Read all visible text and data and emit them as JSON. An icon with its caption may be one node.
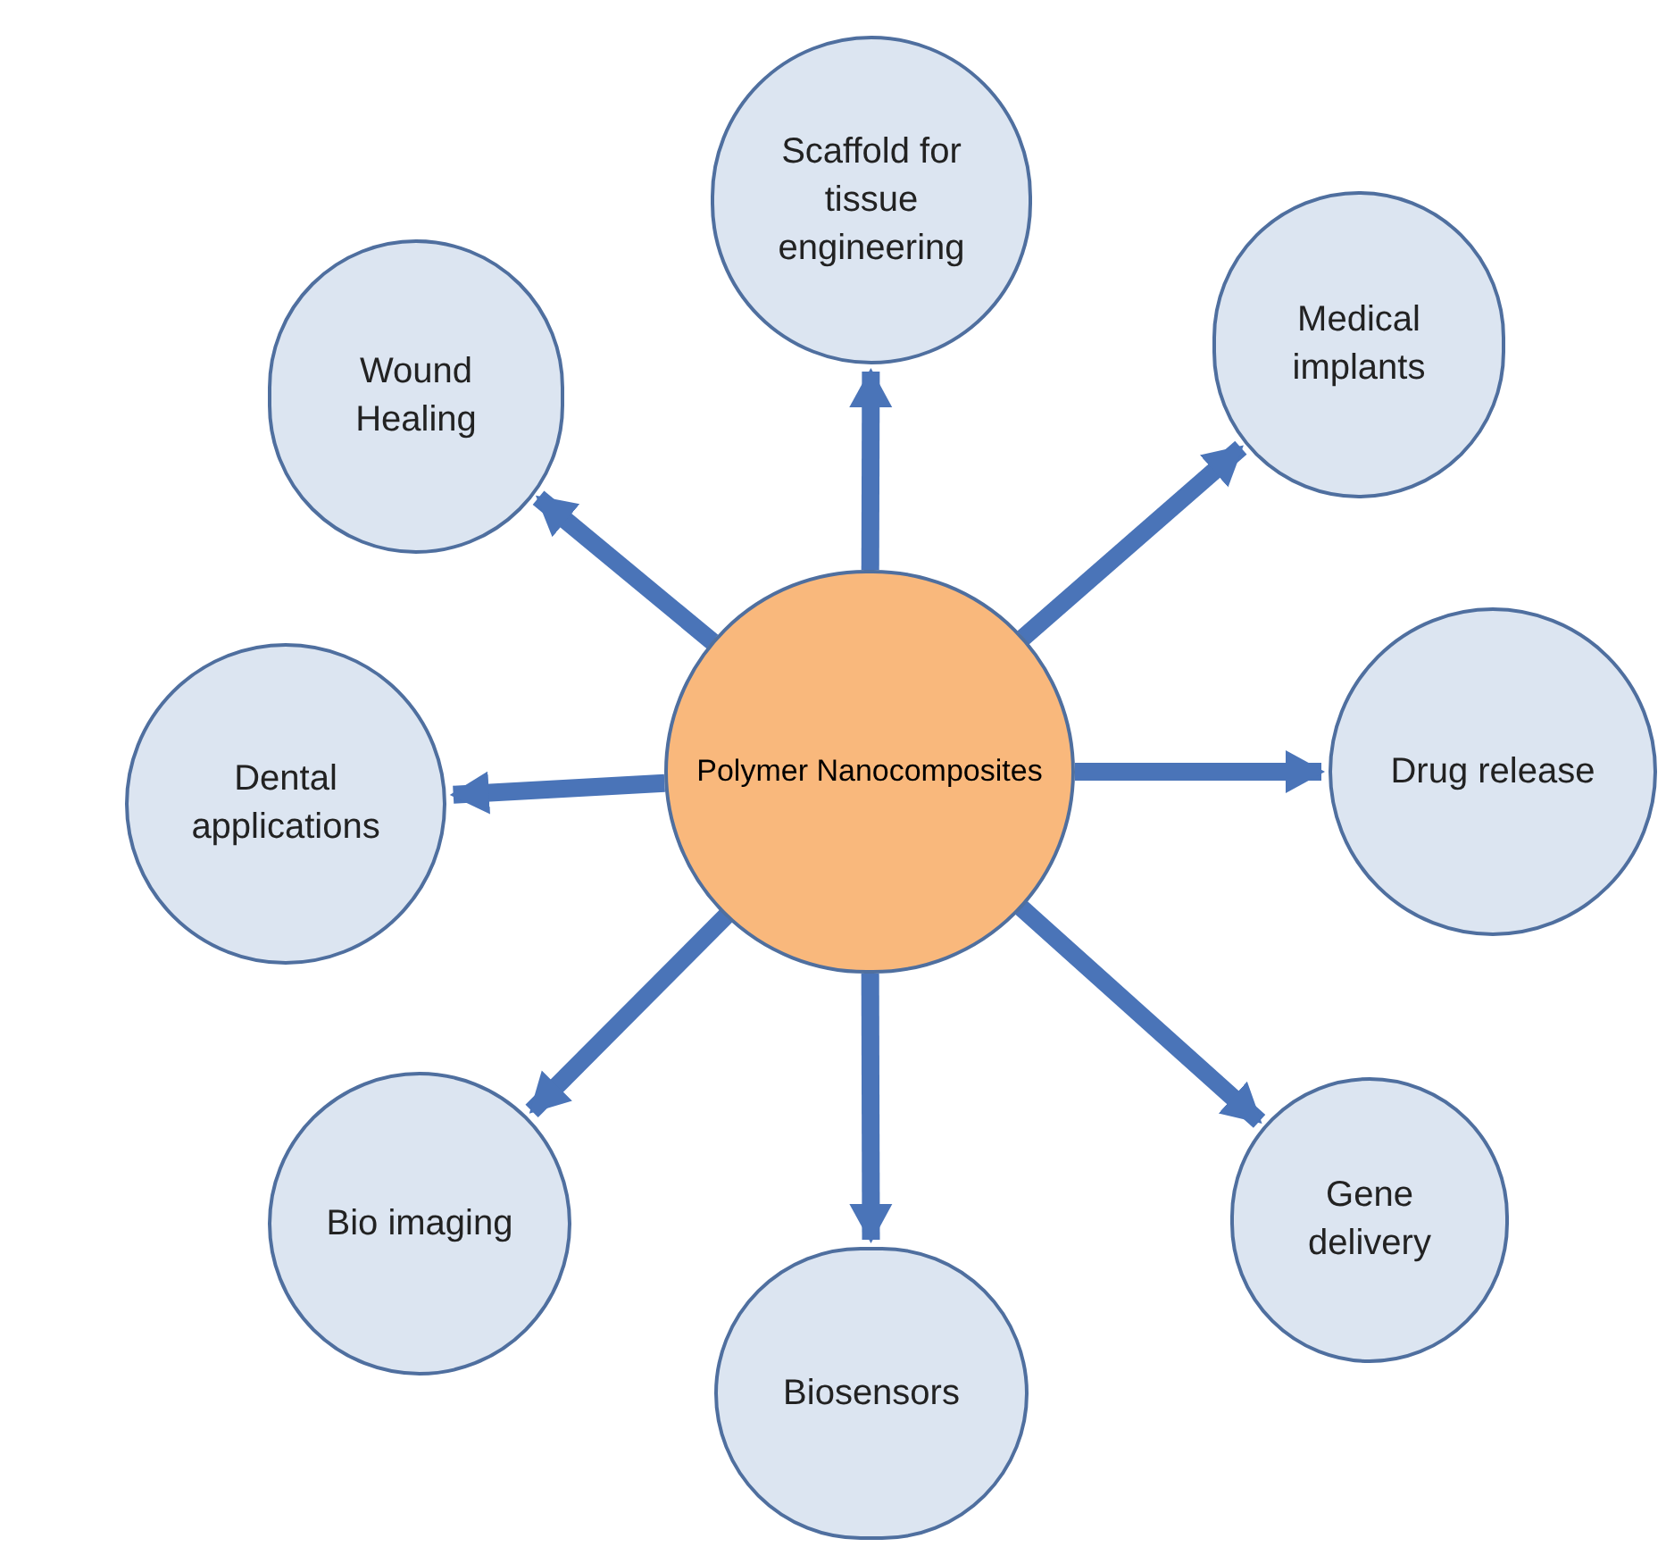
{
  "diagram": {
    "nodes": [
      {
        "text": [
          "Scaffold for tissue engineering"
        ]
      },
      {
        "text": [
          "Wound Healing"
        ]
      },
      {
        "text": [
          "Medical implants"
        ]
      },
      {
        "text": [
          "Dental applications"
        ]
      },
      {
        "text": [
          "Polymer Nanocomposites"
        ]
      },
      {
        "text": [
          "Drug release"
        ]
      },
      {
        "text": [
          "Bio imaging"
        ]
      },
      {
        "text": [
          "Gene delivery"
        ]
      },
      {
        "text": [
          "Biosensors"
        ]
      }
    ],
    "edges": [
      {
        "from": 4,
        "to": 0,
        "arrow": "to"
      },
      {
        "from": 4,
        "to": 2,
        "arrow": "to"
      },
      {
        "from": 4,
        "to": 5,
        "arrow": "to"
      },
      {
        "from": 4,
        "to": 7,
        "arrow": "to"
      },
      {
        "from": 4,
        "to": 8,
        "arrow": "to"
      },
      {
        "from": 4,
        "to": 6,
        "arrow": "to"
      },
      {
        "from": 4,
        "to": 3,
        "arrow": "to"
      },
      {
        "from": 4,
        "to": 1,
        "arrow": "to"
      }
    ]
  }
}
